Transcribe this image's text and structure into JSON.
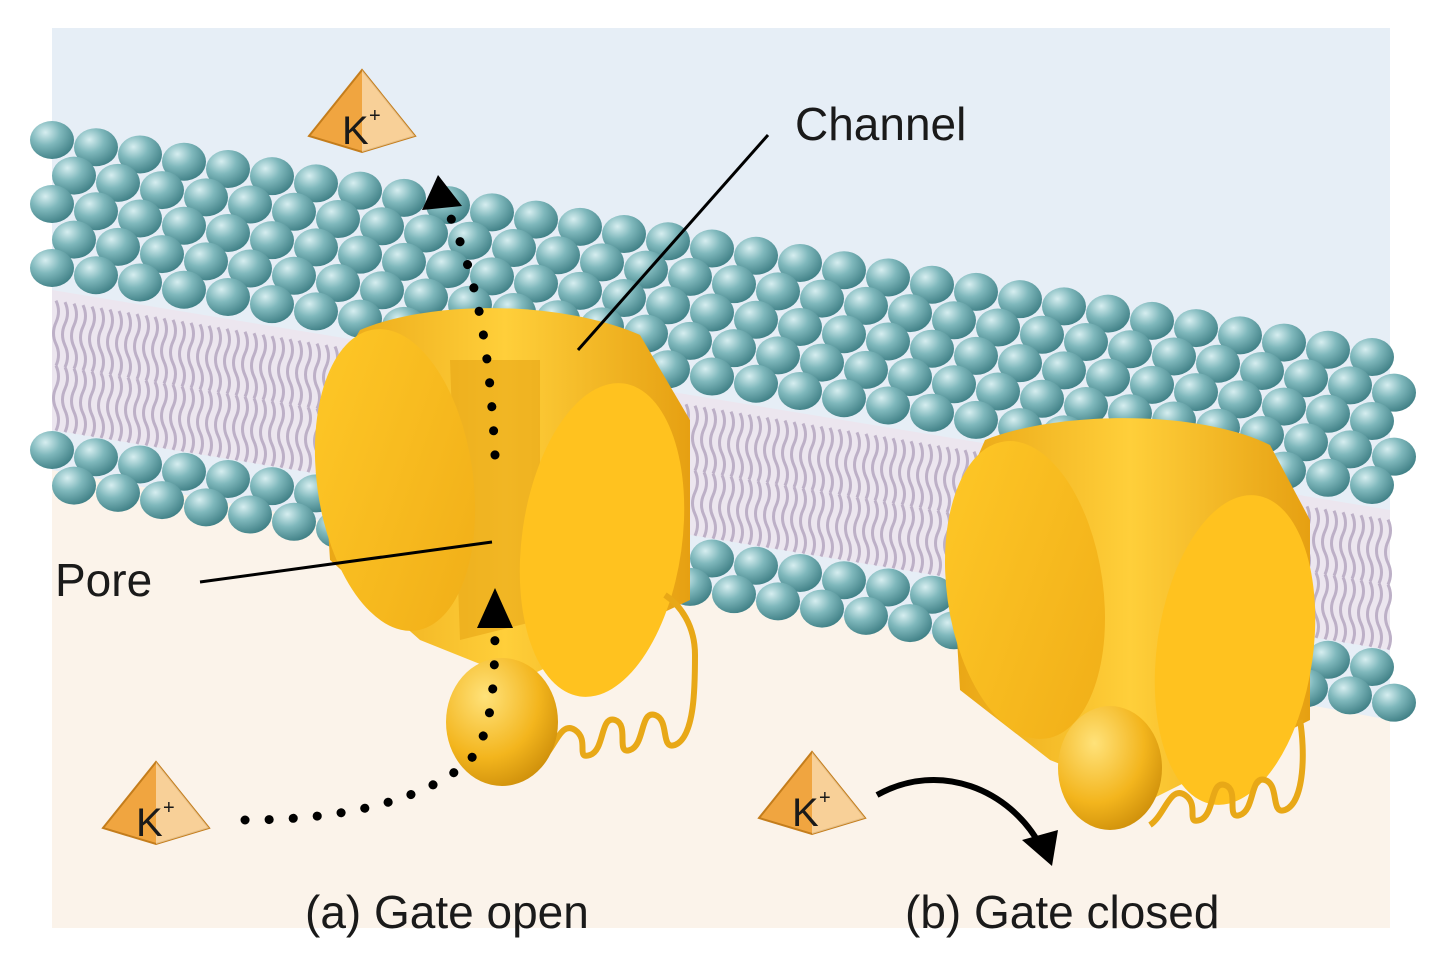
{
  "labels": {
    "channel": "Channel",
    "pore": "Pore",
    "gate_open": "(a) Gate open",
    "gate_closed": "(b) Gate closed"
  },
  "ions": [
    {
      "text": "K",
      "charge": "+"
    },
    {
      "text": "K",
      "charge": "+"
    },
    {
      "text": "K",
      "charge": "+"
    }
  ],
  "colors": {
    "outside": "#e6eef6",
    "inside": "#fbf3ea",
    "head": "#5e9ea3",
    "head_highlight": "#c9e6e8",
    "tail": "#bdb0c7",
    "protein": "#f3b51d",
    "protein_dark": "#d99a0f",
    "protein_light": "#ffd24a",
    "ion": "#f0a540"
  }
}
